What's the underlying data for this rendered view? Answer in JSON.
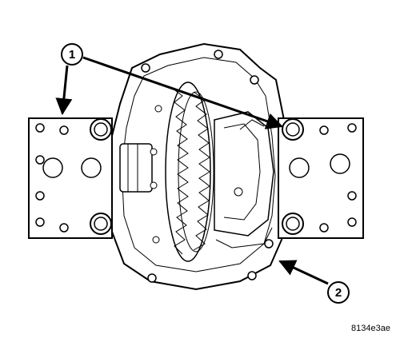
{
  "figure_id": "8134e3ae",
  "callouts": [
    {
      "number": "1"
    },
    {
      "number": "2"
    }
  ],
  "colors": {
    "line": "#000000",
    "housing": "#ffffff",
    "background": "#ffffff"
  }
}
